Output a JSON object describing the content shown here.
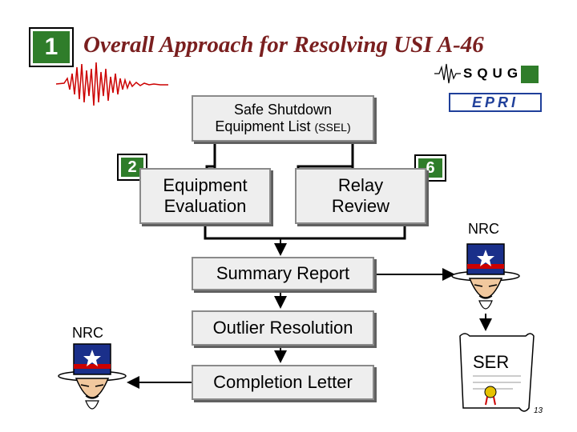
{
  "header": {
    "slide_number": "1",
    "title": "Overall Approach for Resolving USI A-46",
    "logo_squg": "SQUG",
    "logo_epri": "EPRI"
  },
  "flow": {
    "ssel_line1": "Safe Shutdown",
    "ssel_line2": "Equipment List",
    "ssel_abbr": "(SSEL)",
    "badge_2": "2",
    "badge_6": "6",
    "equipment_line1": "Equipment",
    "equipment_line2": "Evaluation",
    "relay_line1": "Relay",
    "relay_line2": "Review",
    "summary": "Summary Report",
    "outlier": "Outlier Resolution",
    "completion": "Completion Letter"
  },
  "side": {
    "nrc_right": "NRC",
    "nrc_left": "NRC",
    "ser": "SER"
  },
  "footer": {
    "page_number": "13"
  },
  "colors": {
    "title": "#7a1f1f",
    "badge_green": "#2f7d2a",
    "seismic_red": "#cc0000",
    "epri_blue": "#1f3f9a"
  }
}
